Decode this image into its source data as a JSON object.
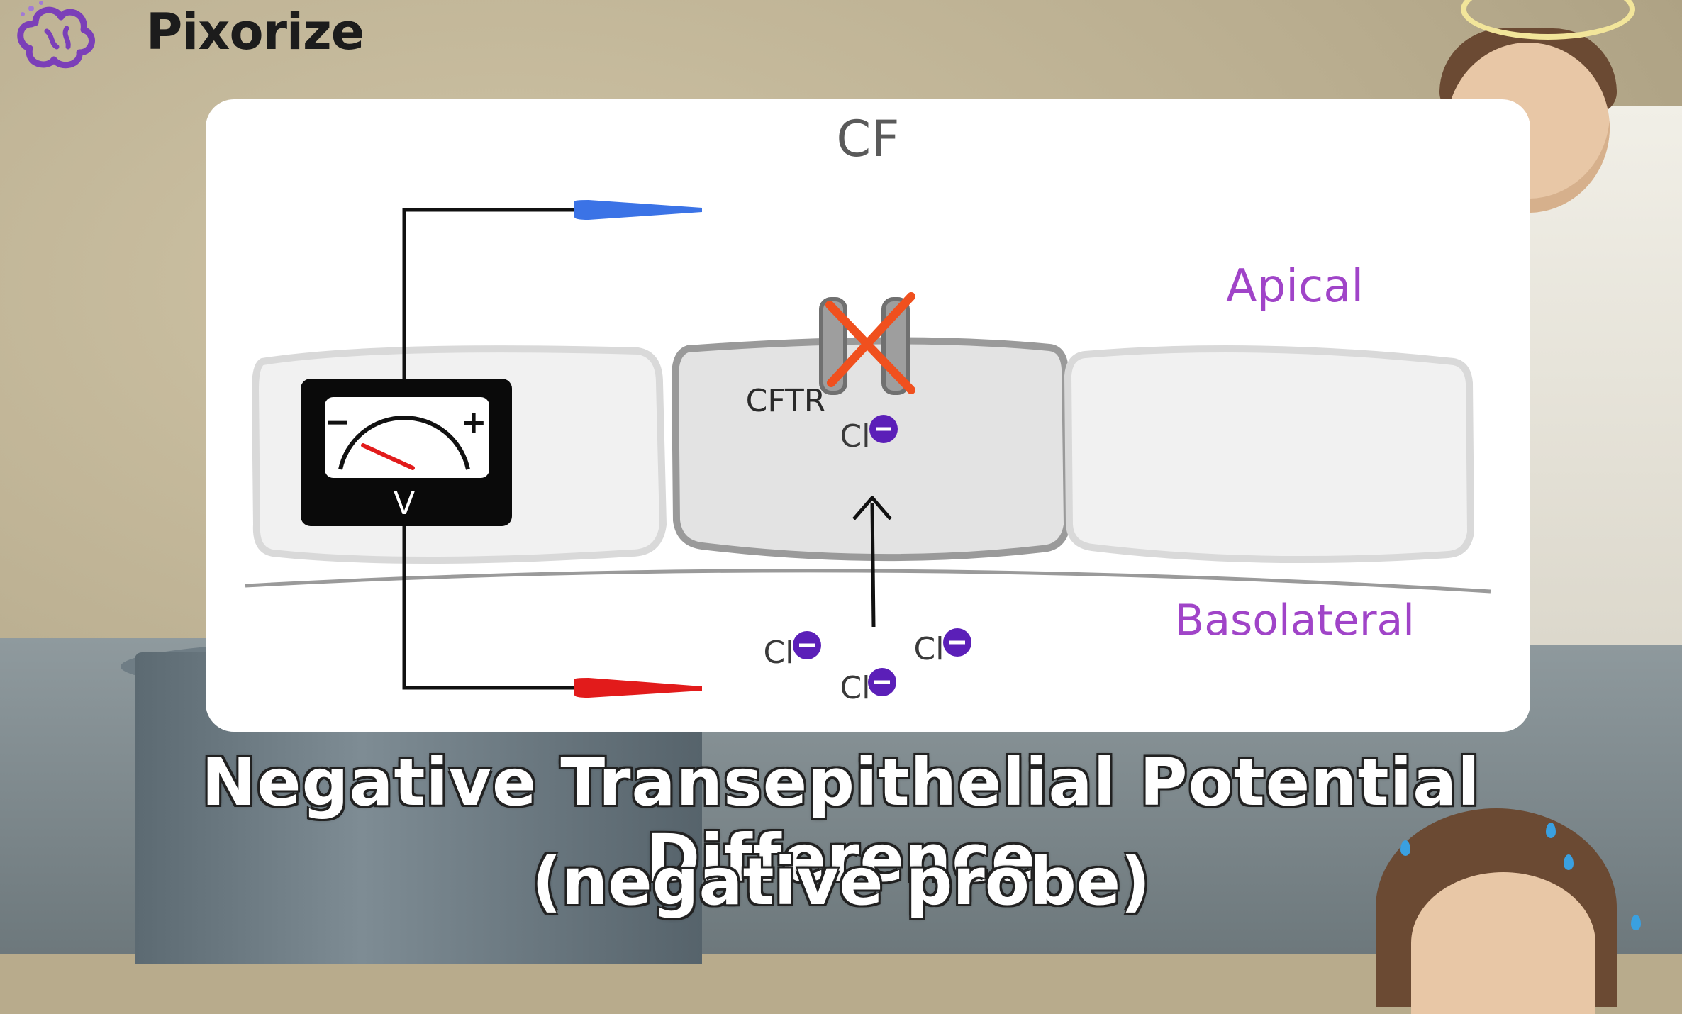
{
  "brand": {
    "name": "Pixorize"
  },
  "diagram": {
    "title": "CF",
    "labels": {
      "apical": "Apical",
      "basolateral": "Basolateral",
      "channel": "CFTR",
      "ion": "Cl",
      "voltmeter_unit": "V",
      "voltmeter_minus": "−",
      "voltmeter_plus": "+"
    },
    "colors": {
      "probe_top": "#3b73e6",
      "probe_bottom": "#e21b1b",
      "channel_blocked_x": "#f0501e",
      "ion_badge": "#5b1fb8",
      "apical_label": "#a044c8",
      "basolateral_label": "#a044c8",
      "needle": "#e21b1b"
    },
    "channel_status": "blocked"
  },
  "caption": {
    "line1": "Negative Transepithelial Potential Difference",
    "line2": "(negative probe)"
  }
}
